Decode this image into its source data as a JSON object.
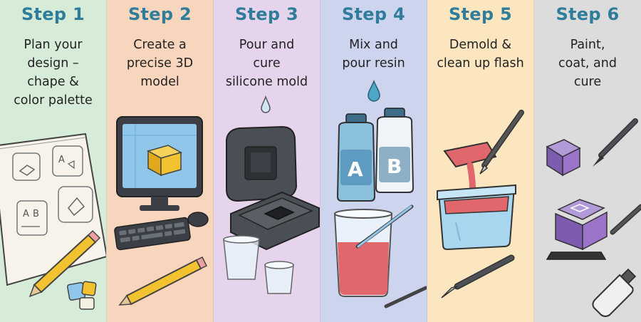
{
  "steps": [
    {
      "title": "Step 1",
      "description": "Plan your\ndesign –\nchape &\ncolor palette",
      "bg": "#d6ecd9"
    },
    {
      "title": "Step 2",
      "description": "Create a\nprecise 3D\nmodel",
      "bg": "#f8d6bd"
    },
    {
      "title": "Step 3",
      "description": "Pour and\ncure\nsilicone mold",
      "bg": "#e6d4ec"
    },
    {
      "title": "Step 4",
      "description": "Mix and\npour resin",
      "bg": "#cdd4ee"
    },
    {
      "title": "Step 5",
      "description": "Demold &\nclean up flash",
      "bg": "#fbe6bf"
    },
    {
      "title": "Step 6",
      "description": "Paint,\ncoat, and\ncure",
      "bg": "#dcdcdc"
    }
  ],
  "labels": {
    "bottle_a": "A",
    "bottle_b": "B",
    "sketch_a1": "A",
    "sketch_a2": "A",
    "sketch_b": "B"
  },
  "colors": {
    "title": "#2f7d9a",
    "resin": "#e0676c",
    "key_purple": "#9b73c9",
    "keycap_yellow": "#f2c230",
    "screen_blue": "#8fc6ea"
  }
}
